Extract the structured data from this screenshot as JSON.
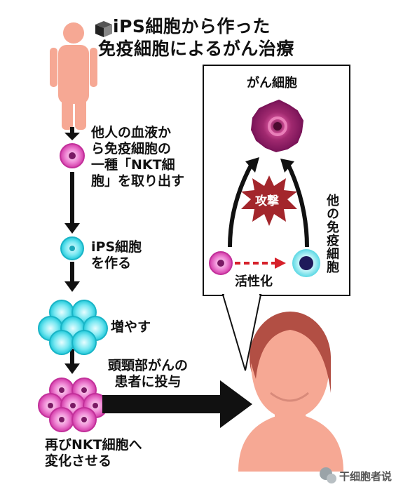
{
  "title": {
    "line1": "iPS細胞から作った",
    "line2": "免疫細胞によるがん治療"
  },
  "steps": {
    "extract": [
      "他人の血液か",
      "ら免疫細胞の",
      "一種「NKT細",
      "胞」を取り出す"
    ],
    "make_ips": [
      "iPS細胞",
      "を作る"
    ],
    "grow": "増やす",
    "differentiate": [
      "再びNKT細胞へ",
      "変化させる"
    ]
  },
  "administer": [
    "頭頸部がんの",
    "患者に投与"
  ],
  "panel": {
    "cancer_label": "がん細胞",
    "attack_label": "攻撃",
    "activate_label": "活性化",
    "other_immune_label": "他の免疫細胞"
  },
  "watermark": "干细胞者说",
  "colors": {
    "person_skin": "#f6a894",
    "nkt_cell": "#e04ab8",
    "ips_cell": "#38d8e6",
    "cancer_cell": "#8e1f6c",
    "attack_burst": "#a3262c",
    "hair": "#b24f44",
    "activate_arrow": "#d6202a"
  },
  "icons": {
    "title_bullet": "cube-icon",
    "watermark": "wechat-icon"
  }
}
